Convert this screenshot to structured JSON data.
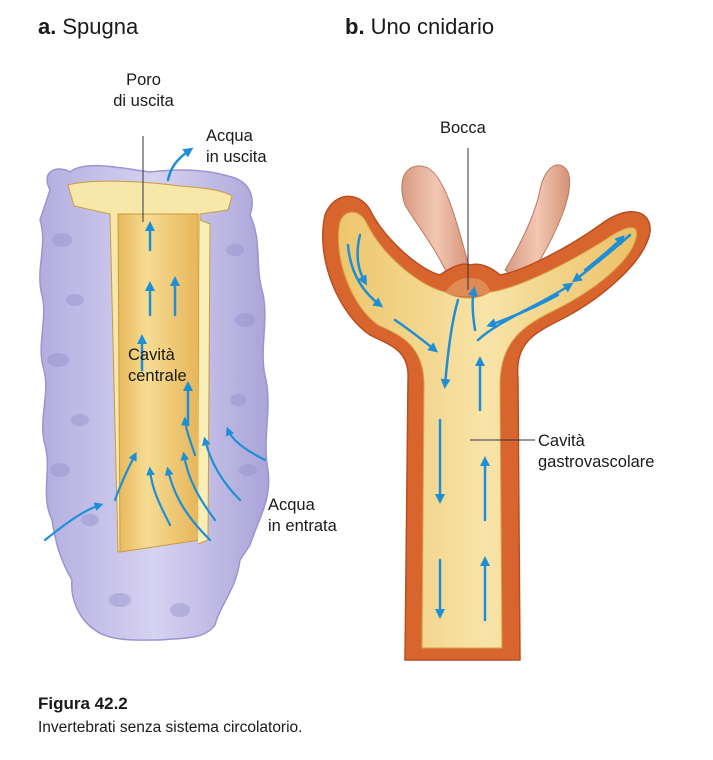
{
  "panel_a": {
    "letter": "a.",
    "title": "Spugna",
    "labels": {
      "exit_pore_line1": "Poro",
      "exit_pore_line2": "di uscita",
      "water_out_line1": "Acqua",
      "water_out_line2": "in uscita",
      "cavity_line1": "Cavità",
      "cavity_line2": "centrale",
      "water_in_line1": "Acqua",
      "water_in_line2": "in entrata"
    }
  },
  "panel_b": {
    "letter": "b.",
    "title": "Uno cnidario",
    "labels": {
      "mouth": "Bocca",
      "cavity_line1": "Cavità",
      "cavity_line2": "gastrovascolare"
    }
  },
  "caption": {
    "title": "Figura 42.2",
    "text": "Invertebrati senza sistema circolatorio."
  },
  "colors": {
    "flow_arrow": "#1e8fd6",
    "sponge_body": "#c8c4ea",
    "sponge_cavity": "#f2cf7a",
    "cnidarian_outer": "#d9652e",
    "cnidarian_inner": "#f4d98c",
    "tentacle": "#e8b49c"
  }
}
